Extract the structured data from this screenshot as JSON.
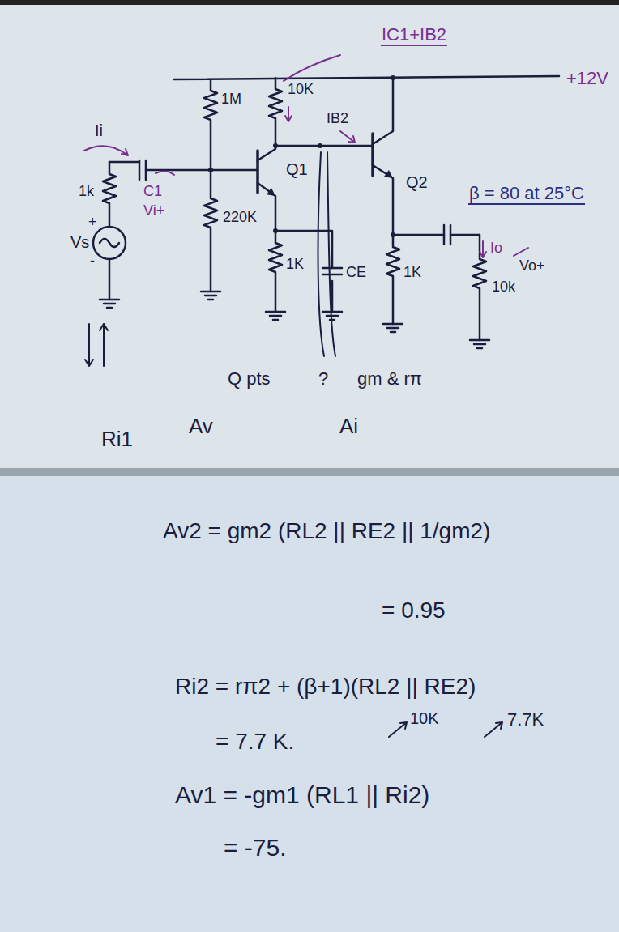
{
  "diagram": {
    "labels": [
      "IC1+IB2",
      "+12V",
      "1M",
      "10K",
      "IB2",
      "Ii",
      "Q1",
      "Q2",
      "β = 80 at 25°C",
      "1k",
      "C1",
      "Vi+",
      "220K",
      "+",
      "Vs",
      "-",
      "1K",
      "CE",
      "1K",
      "Io",
      "Vo+",
      "10k",
      "Ri1",
      "Q pts",
      "?",
      "gm & rπ",
      "Av",
      "Ai",
      "Av2 = gm2 (RL2 || RE2 || 1/gm2)",
      "= 0.95",
      "Ri2 = rπ2 + (β+1)(RL2 || RE2)",
      "= 7.7 K.",
      "10K",
      "7.7K",
      "Av1 = -gm1 (RL1 || Ri2)",
      "= -75."
    ]
  }
}
